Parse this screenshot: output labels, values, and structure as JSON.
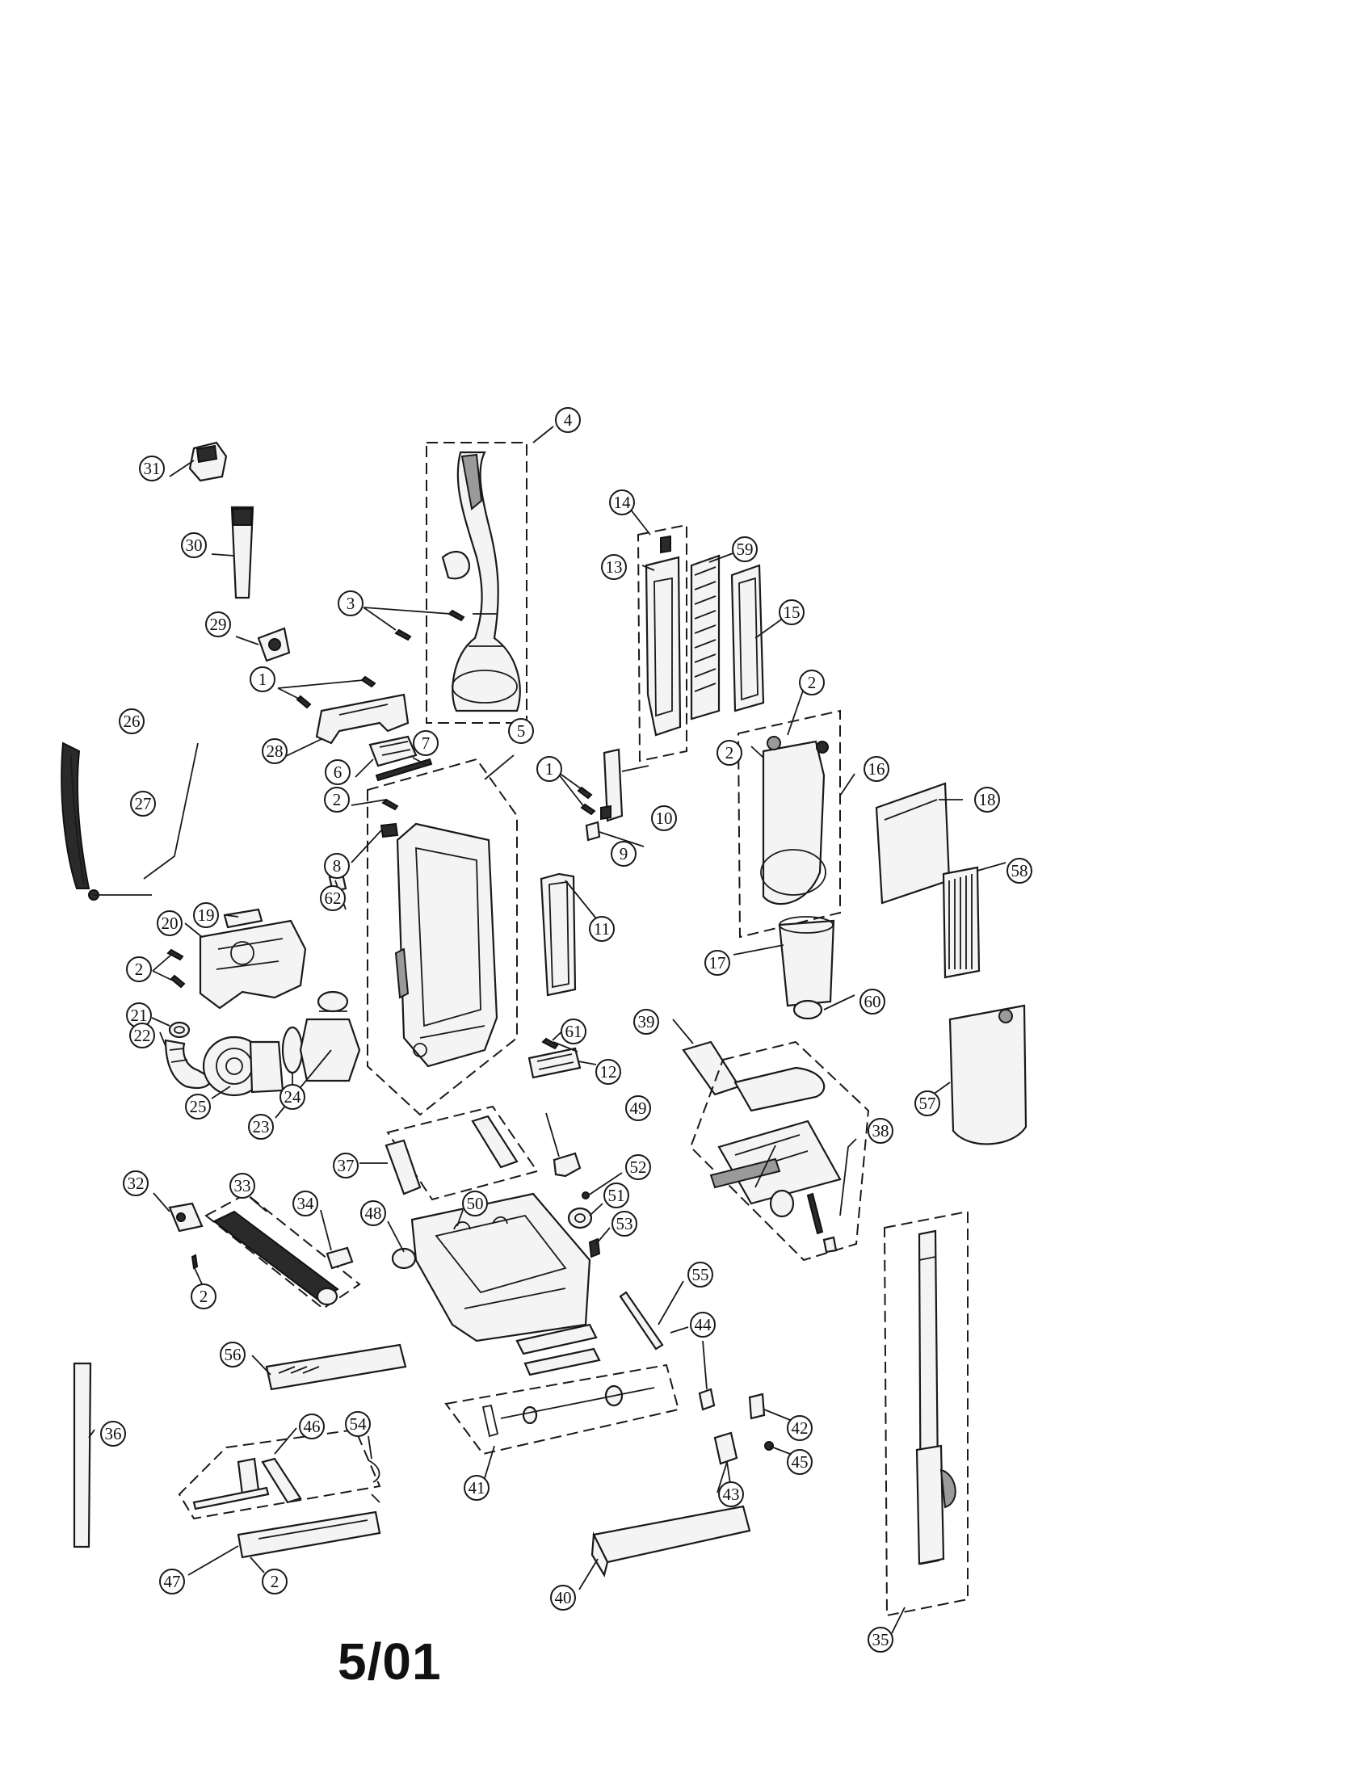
{
  "diagram": {
    "date_code": "5/01",
    "callout_labels": [
      "1",
      "2",
      "3",
      "4",
      "5",
      "6",
      "7",
      "8",
      "9",
      "10",
      "11",
      "12",
      "13",
      "14",
      "15",
      "16",
      "17",
      "18",
      "19",
      "20",
      "21",
      "22",
      "23",
      "24",
      "25",
      "26",
      "27",
      "28",
      "29",
      "30",
      "31",
      "32",
      "33",
      "34",
      "35",
      "36",
      "37",
      "38",
      "39",
      "40",
      "41",
      "42",
      "43",
      "44",
      "45",
      "46",
      "47",
      "48",
      "49",
      "50",
      "51",
      "52",
      "53",
      "54",
      "55",
      "56",
      "57",
      "58",
      "59",
      "60",
      "61",
      "62"
    ]
  }
}
